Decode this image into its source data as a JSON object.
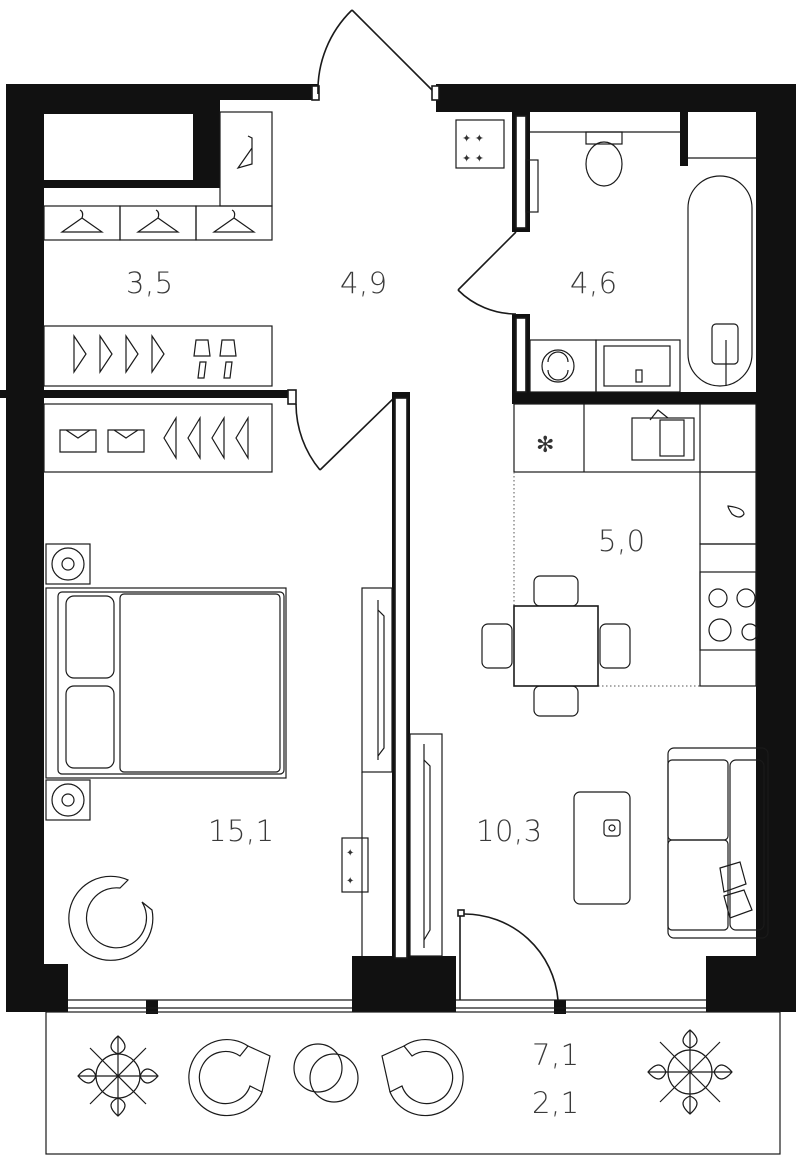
{
  "rooms": [
    {
      "id": "wardrobe",
      "area": "3,5"
    },
    {
      "id": "hall",
      "area": "4,9"
    },
    {
      "id": "bathroom",
      "area": "4,6"
    },
    {
      "id": "kitchen",
      "area": "5,0"
    },
    {
      "id": "bedroom",
      "area": "15,1"
    },
    {
      "id": "living",
      "area": "10,3"
    }
  ],
  "balcony": {
    "area": "7,1",
    "area_reduced": "2,1"
  },
  "colors": {
    "wall": "#111111",
    "line": "#1a1a1a",
    "text": "#3a3a3a",
    "background": "#ffffff"
  }
}
